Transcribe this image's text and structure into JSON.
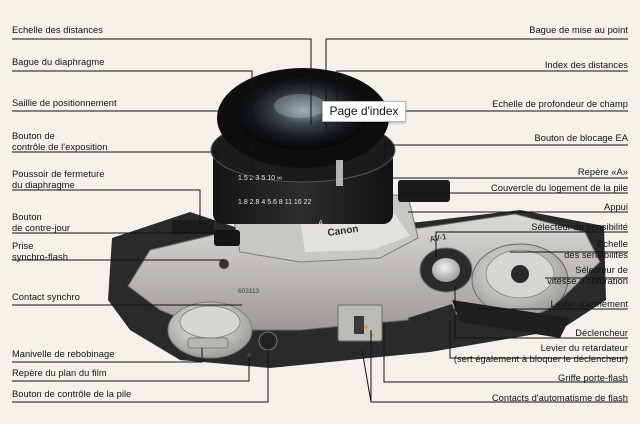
{
  "labels_left": [
    {
      "id": "echelle-des-distances",
      "lines": [
        "Echelle des distances"
      ]
    },
    {
      "id": "bague-du-diaphragme",
      "lines": [
        "Bague du diaphragme"
      ]
    },
    {
      "id": "saillie-de-positionnement",
      "lines": [
        "Saillie de positionnement"
      ]
    },
    {
      "id": "bouton-controle-exposition",
      "lines": [
        "Bouton de",
        "contrôle de l'exposition"
      ]
    },
    {
      "id": "poussoir-fermeture-diaphragme",
      "lines": [
        "Poussoir de fermeture",
        "du diaphragme"
      ]
    },
    {
      "id": "bouton-contre-jour",
      "lines": [
        "Bouton",
        "de contre-jour"
      ]
    },
    {
      "id": "prise-synchro-flash",
      "lines": [
        "Prise",
        "synchro-flash"
      ]
    },
    {
      "id": "contact-synchro",
      "lines": [
        "Contact synchro"
      ]
    },
    {
      "id": "manivelle-rebobinage",
      "lines": [
        "Manivelle de rebobinage"
      ]
    },
    {
      "id": "repere-plan-film",
      "lines": [
        "Repère du plan du film"
      ]
    },
    {
      "id": "bouton-controle-pile",
      "lines": [
        "Bouton de contrôle de la pile"
      ]
    }
  ],
  "labels_right": [
    {
      "id": "bague-mise-au-point",
      "lines": [
        "Bague de mise au point"
      ]
    },
    {
      "id": "index-des-distances",
      "lines": [
        "Index des distances"
      ]
    },
    {
      "id": "echelle-profondeur-champ",
      "lines": [
        "Echelle de profondeur de champ"
      ]
    },
    {
      "id": "bouton-blocage-ea",
      "lines": [
        "Bouton de blocage EA"
      ]
    },
    {
      "id": "repere-a",
      "lines": [
        "Repère «A»"
      ]
    },
    {
      "id": "couvercle-logement-pile",
      "lines": [
        "Couvercle du logement de la pile"
      ]
    },
    {
      "id": "appui",
      "lines": [
        "Appui"
      ]
    },
    {
      "id": "selecteur-sensibilite",
      "lines": [
        "Sélecteur de sensibilité"
      ]
    },
    {
      "id": "echelle-sensibilites",
      "lines": [
        "Echelle",
        "des sensibilités"
      ]
    },
    {
      "id": "selecteur-vitesse",
      "lines": [
        "Sélecteur de",
        "vitesse d'obturation"
      ]
    },
    {
      "id": "levier-armement",
      "lines": [
        "Levier d'armement"
      ]
    },
    {
      "id": "declencheur",
      "lines": [
        "Déclencheur"
      ]
    },
    {
      "id": "levier-retardateur",
      "lines": [
        "Levier du retardateur",
        "(sert également à bloquer le déclencheur)"
      ]
    },
    {
      "id": "griffe-porte-flash",
      "lines": [
        "Griffe porte-flash"
      ]
    },
    {
      "id": "contacts-automatisme-flash",
      "lines": [
        "Contacts d'automatisme de flash"
      ]
    }
  ],
  "camera_markings": {
    "brand": "Canon",
    "model": "AV-1",
    "serial": "603113",
    "aperture_scale": "1.8 2.8 4 5.6 8 11 16 22",
    "distance_scale": "1.5 2 3 5 10 ∞",
    "sensitivity_mark": "A"
  },
  "tooltip": "Page d'index"
}
